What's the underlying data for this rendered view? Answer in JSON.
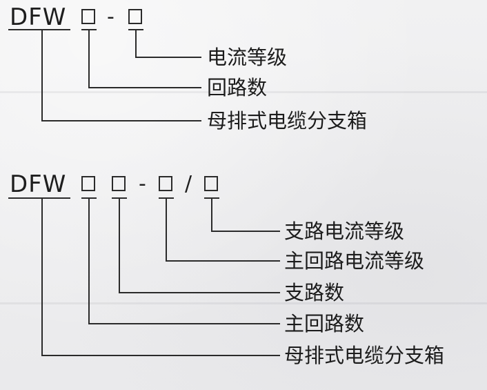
{
  "diagram1": {
    "prefix": "DFW",
    "dash": "-",
    "labels": [
      "电流等级",
      "回路数",
      "母排式电缆分支箱"
    ]
  },
  "diagram2": {
    "prefix": "DFW",
    "dash": "-",
    "slash": "/",
    "labels": [
      "支路电流等级",
      "主回路电流等级",
      "支路数",
      "主回路数",
      "母排式电缆分支箱"
    ]
  }
}
